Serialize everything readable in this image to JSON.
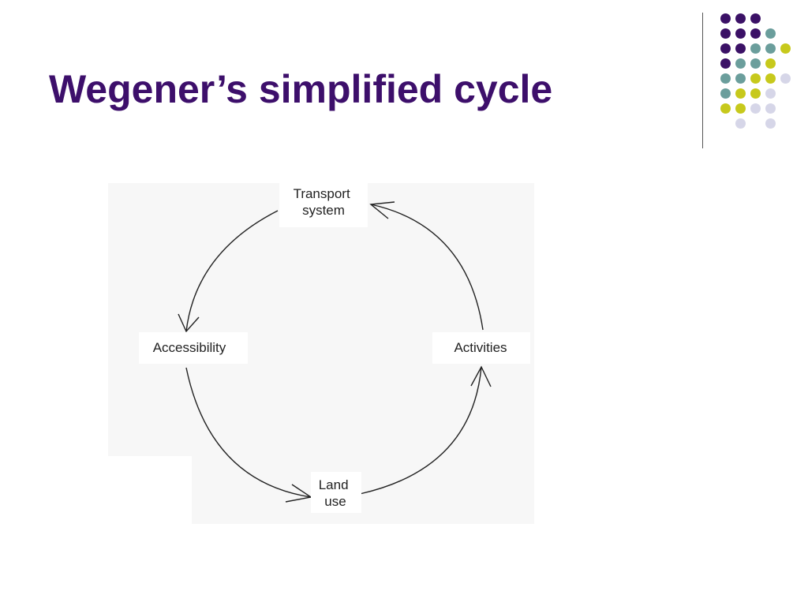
{
  "slide": {
    "title": "Wegener’s simplified cycle"
  },
  "colors": {
    "title": "#3d0f6b",
    "purple": "#3b1166",
    "teal": "#6b9e9c",
    "yellow": "#c7c91c",
    "lavender": "#d6d6e8",
    "diagram_ink": "#222222",
    "figure_background": "#f7f7f7"
  },
  "decoration": {
    "dot_grid": {
      "rows": [
        [
          "purple",
          "purple",
          "purple",
          "none",
          "none"
        ],
        [
          "purple",
          "purple",
          "purple",
          "teal",
          "none"
        ],
        [
          "purple",
          "purple",
          "teal",
          "teal",
          "yellow"
        ],
        [
          "purple",
          "teal",
          "teal",
          "yellow",
          "none"
        ],
        [
          "teal",
          "teal",
          "yellow",
          "yellow",
          "lavender"
        ],
        [
          "teal",
          "yellow",
          "yellow",
          "lavender",
          "none"
        ],
        [
          "yellow",
          "yellow",
          "lavender",
          "lavender",
          "none"
        ],
        [
          "none",
          "lavender",
          "none",
          "lavender",
          "none"
        ]
      ]
    }
  },
  "diagram": {
    "nodes": {
      "transport_system": {
        "lines": [
          "Transport",
          "system"
        ]
      },
      "accessibility": {
        "lines": [
          "Accessibility"
        ]
      },
      "land_use": {
        "lines": [
          "Land",
          "use"
        ]
      },
      "activities": {
        "lines": [
          "Activities"
        ]
      }
    },
    "flows": [
      {
        "from": "transport_system",
        "to": "accessibility"
      },
      {
        "from": "accessibility",
        "to": "land_use"
      },
      {
        "from": "land_use",
        "to": "activities"
      },
      {
        "from": "activities",
        "to": "transport_system"
      }
    ]
  }
}
